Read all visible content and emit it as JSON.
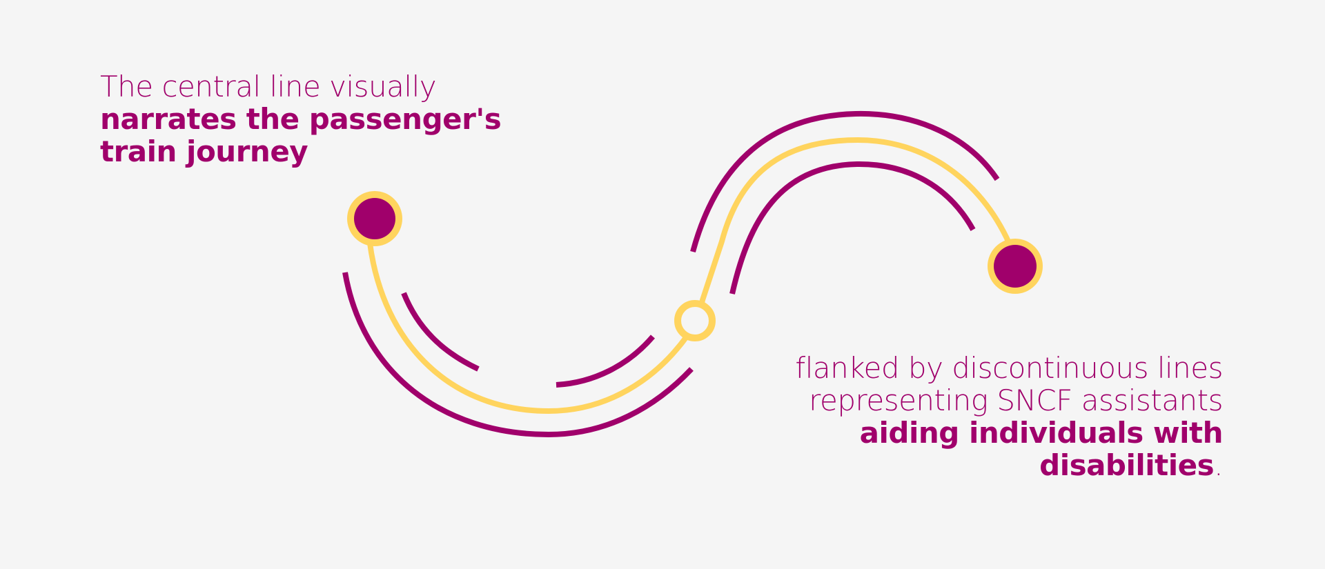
{
  "captions": {
    "left": {
      "line1": "The central line visually",
      "line2": "narrates the passenger's",
      "line3": "train journey"
    },
    "right": {
      "line1": "flanked by discontinuous lines",
      "line2": "representing SNCF assistants",
      "line3": "aiding individuals with",
      "line4_bold": "disabilities",
      "line4_tail": "."
    }
  },
  "colors": {
    "background": "#f5f5f5",
    "purple": "#a0006b",
    "yellow": "#ffd45e"
  }
}
